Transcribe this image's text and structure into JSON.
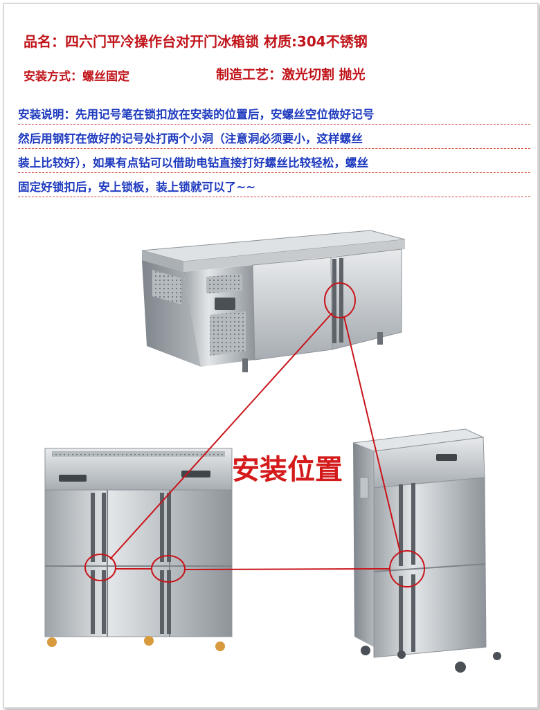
{
  "header": {
    "product_line": "品名：四六门平冷操作台对开门冰箱锁   材质:304不锈钢",
    "install_method": "安装方式：螺丝固定",
    "craft": "制造工艺：激光切割 抛光"
  },
  "instructions": {
    "lines": [
      "安装说明：先用记号笔在锁扣放在安装的位置后，安螺丝空位做好记号",
      "然后用钢钉在做好的记号处打两个小洞（注意洞必须要小，这样螺丝",
      "装上比较好），如果有点钻可以借助电钻直接打好螺丝比较轻松，螺丝",
      "固定好锁扣后，安上锁板，装上锁就可以了~~"
    ]
  },
  "diagram": {
    "center_label": "安装位置",
    "highlight_color": "#c8141a",
    "text_red": "#c0141a",
    "text_blue": "#1f3bbf"
  }
}
